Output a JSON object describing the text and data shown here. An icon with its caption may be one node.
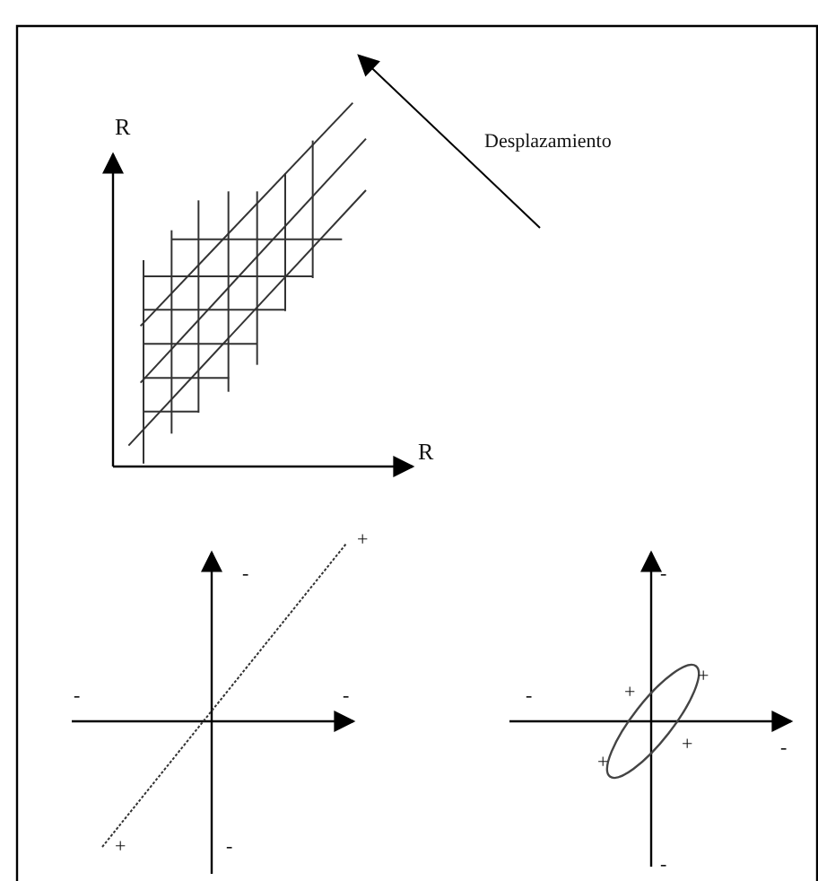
{
  "diagram": {
    "labels": [
      "R",
      "Desplazamiento",
      "R",
      "+",
      "-",
      "-",
      "-",
      "+",
      "-",
      "-",
      "+",
      "-",
      "+",
      "+",
      "+",
      "-",
      "-"
    ]
  }
}
